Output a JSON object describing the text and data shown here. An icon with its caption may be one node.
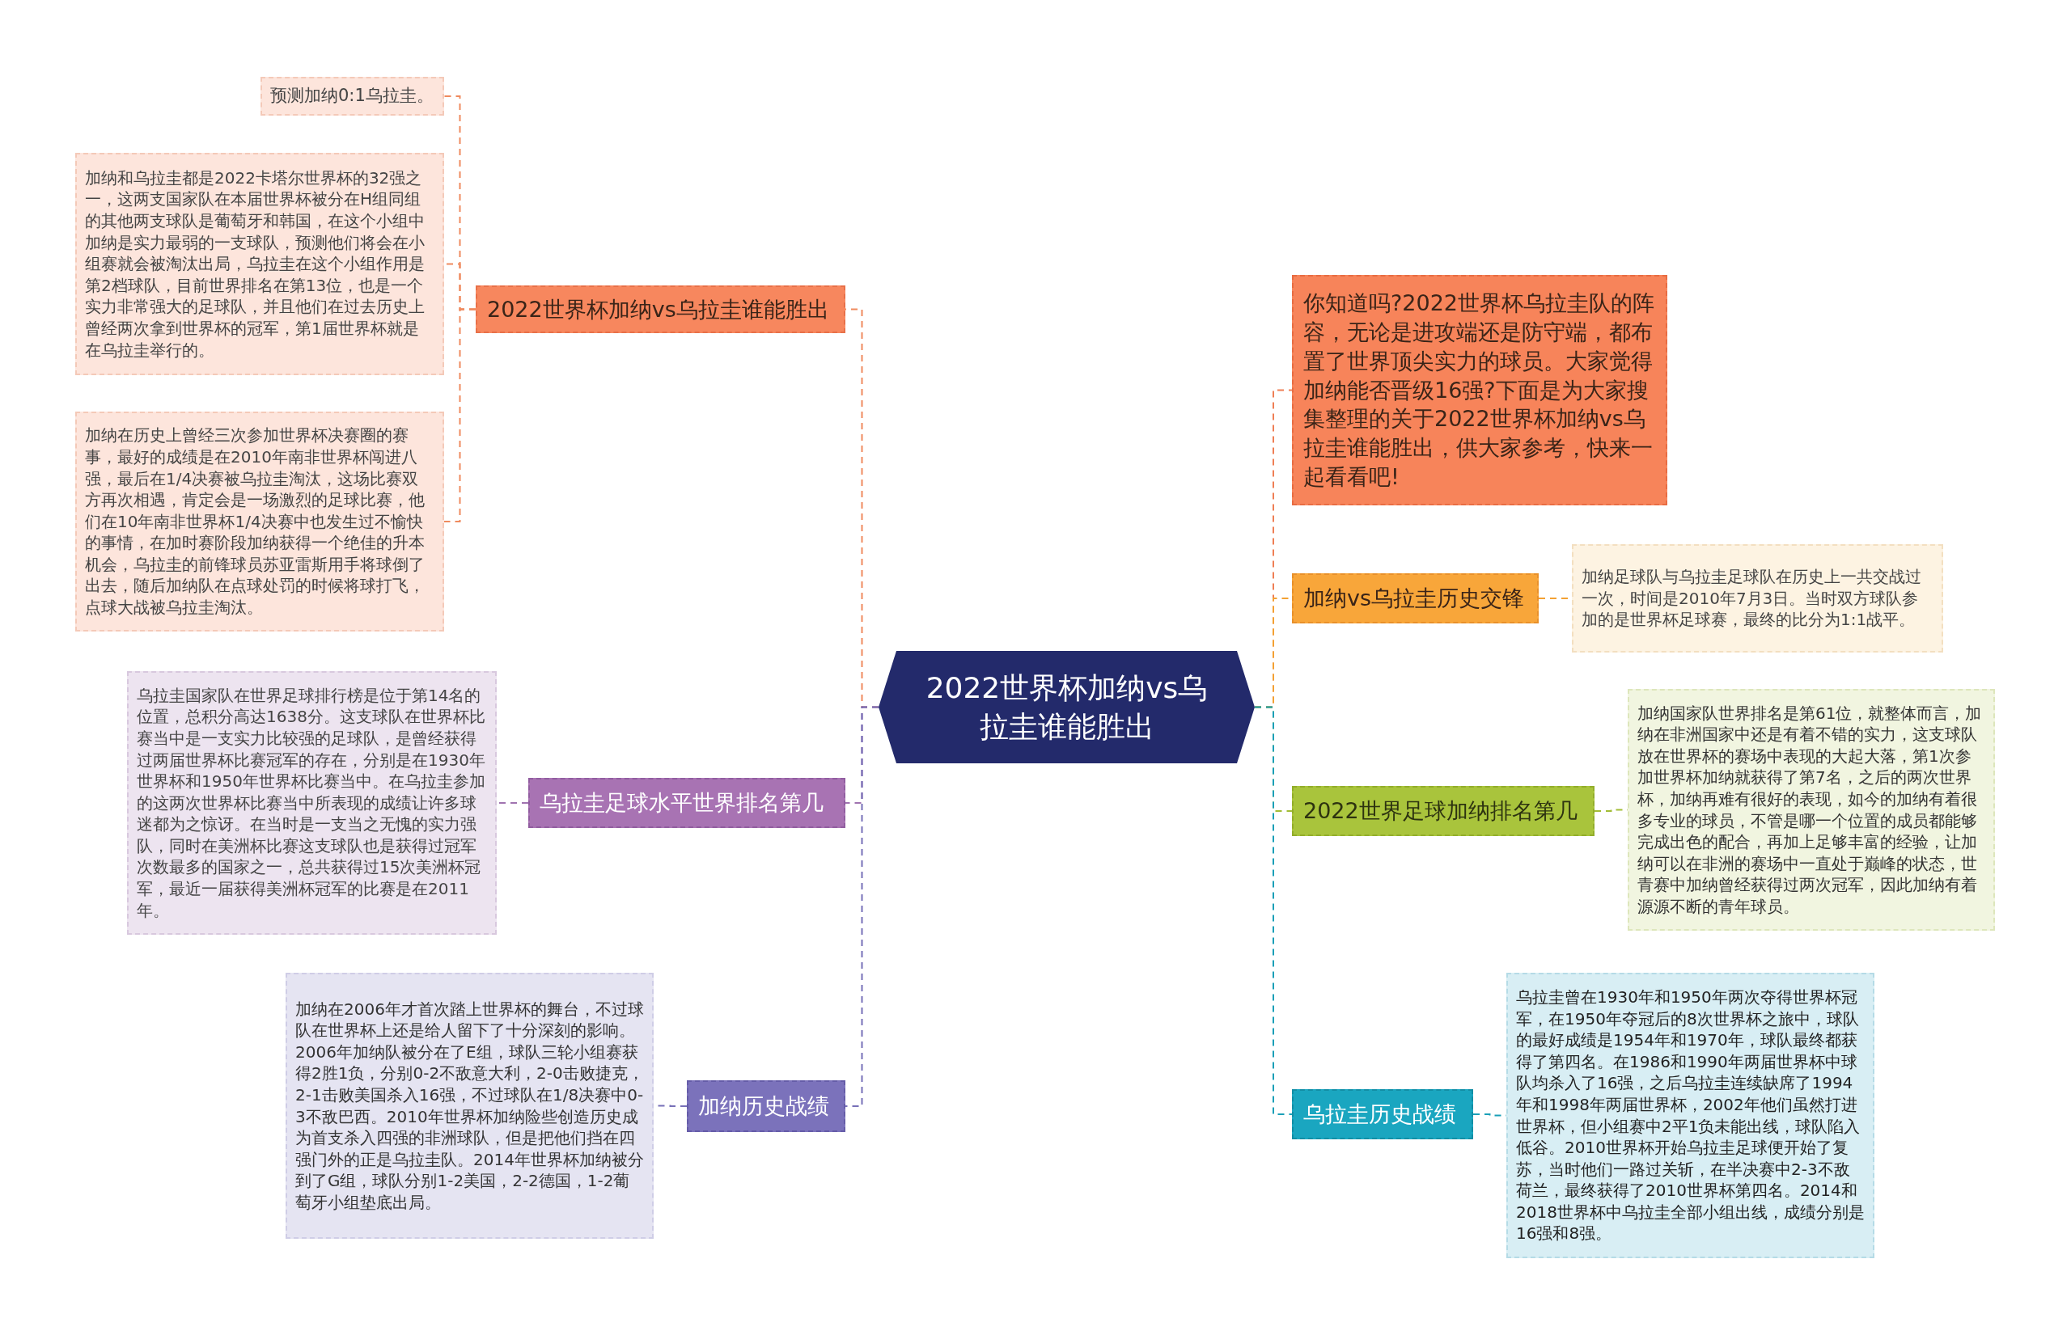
{
  "diagram": {
    "nodes": [
      {
        "text": [
          "2022世界杯加纳vs乌拉圭谁能胜出"
        ]
      },
      {
        "text": [
          "2022世界杯加纳vs乌拉圭谁能胜出"
        ]
      },
      {
        "text": [
          "预测加纳0:1乌拉圭。"
        ]
      },
      {
        "text": [
          "加纳和乌拉圭都是2022卡塔尔世界杯的32强之一，这两支国家队在本届世界杯被分在H组同组的其他两支球队是葡萄牙和韩国，在这个小组中加纳是实力最弱的一支球队，预测他们将会在小组赛就会被淘汰出局，乌拉圭在这个小组作用是第2档球队，目前世界排名在第13位，也是一个实力非常强大的足球队，并且他们在过去历史上曾经两次拿到世界杯的冠军，第1届世界杯就是在乌拉圭举行的。"
        ]
      },
      {
        "text": [
          "加纳在历史上曾经三次参加世界杯决赛圈的赛事，最好的成绩是在2010年南非世界杯闯进八强，最后在1/4决赛被乌拉圭淘汰，这场比赛双方再次相遇，肯定会是一场激烈的足球比赛，他们在10年南非世界杯1/4决赛中也发生过不愉快的事情，在加时赛阶段加纳获得一个绝佳的升本机会，乌拉圭的前锋球员苏亚雷斯用手将球倒了出去，随后加纳队在点球处罚的时候将球打飞，点球大战被乌拉圭淘汰。"
        ]
      },
      {
        "text": [
          "乌拉圭足球水平世界排名第几"
        ]
      },
      {
        "text": [
          "乌拉圭国家队在世界足球排行榜是位于第14名的位置，总积分高达1638分。这支球队在世界杯比赛当中是一支实力比较强的足球队，是曾经获得过两届世界杯比赛冠军的存在，分别是在1930年世界杯和1950年世界杯比赛当中。在乌拉圭参加的这两次世界杯比赛当中所表现的成绩让许多球迷都为之惊讶。在当时是一支当之无愧的实力强队，同时在美洲杯比赛这支球队也是获得过冠军次数最多的国家之一，总共获得过15次美洲杯冠军，最近一届获得美洲杯冠军的比赛是在2011年。"
        ]
      },
      {
        "text": [
          "加纳历史战绩"
        ]
      },
      {
        "text": [
          "加纳在2006年才首次踏上世界杯的舞台，不过球队在世界杯上还是给人留下了十分深刻的影响。2006年加纳队被分在了E组，球队三轮小组赛获得2胜1负，分别0-2不敌意大利，2-0击败捷克，2-1击败美国杀入16强，不过球队在1/8决赛中0-3不敌巴西。2010年世界杯加纳险些创造历史成为首支杀入四强的非洲球队，但是把他们挡在四强门外的正是乌拉圭队。2014年世界杯加纳被分到了G组，球队分别1-2美国，2-2德国，1-2葡萄牙小组垫底出局。"
        ]
      },
      {
        "text": [
          "你知道吗?2022世界杯乌拉圭队的阵容，无论是进攻端还是防守端，都布置了世界顶尖实力的球员。大家觉得加纳能否晋级16强?下面是为大家搜集整理的关于2022世界杯加纳vs乌拉圭谁能胜出，供大家参考，快来一起看看吧!"
        ]
      },
      {
        "text": [
          "加纳vs乌拉圭历史交锋"
        ]
      },
      {
        "text": [
          "加纳足球队与乌拉圭足球队在历史上一共交战过一次，时间是2010年7月3日。当时双方球队参加的是世界杯足球赛，最终的比分为1:1战平。"
        ]
      },
      {
        "text": [
          "2022世界足球加纳排名第几"
        ]
      },
      {
        "text": [
          "加纳国家队世界排名是第61位，就整体而言，加纳在非洲国家中还是有着不错的实力，这支球队放在世界杯的赛场中表现的大起大落，第1次参加世界杯加纳就获得了第7名，之后的两次世界杯，加纳再难有很好的表现，如今的加纳有着很多专业的球员，不管是哪一个位置的成员都能够完成出色的配合，再加上足够丰富的经验，让加纳可以在非洲的赛场中一直处于巅峰的状态，世青赛中加纳曾经获得过两次冠军，因此加纳有着源源不断的青年球员。"
        ]
      },
      {
        "text": [
          "乌拉圭历史战绩"
        ]
      },
      {
        "text": [
          "乌拉圭曾在1930年和1950年两次夺得世界杯冠军，在1950年夺冠后的8次世界杯之旅中，球队的最好成绩是1954年和1970年，球队最终都获得了第四名。在1986和1990年两届世界杯中球队均杀入了16强，之后乌拉圭连续缺席了1994年和1998年两届世界杯，2002年他们虽然打进世界杯，但小组赛中2平1负未能出线，球队陷入低谷。2010世界杯开始乌拉圭足球便开始了复苏，当时他们一路过关斩，在半决赛中2-3不敌荷兰，最终获得了2010世界杯第四名。2014和2018世界杯中乌拉圭全部小组出线，成绩分别是16强和8强。"
        ]
      }
    ],
    "edges": [
      {
        "from": 0,
        "to": 1,
        "arrow": "none",
        "style": "dashed",
        "color": "#ef8a5e"
      },
      {
        "from": 1,
        "to": 2,
        "arrow": "none",
        "style": "dashed",
        "color": "#ef8a5e"
      },
      {
        "from": 1,
        "to": 3,
        "arrow": "none",
        "style": "dashed",
        "color": "#ef8a5e"
      },
      {
        "from": 1,
        "to": 4,
        "arrow": "none",
        "style": "dashed",
        "color": "#ef8a5e"
      },
      {
        "from": 0,
        "to": 5,
        "arrow": "none",
        "style": "dashed",
        "color": "#a073b0"
      },
      {
        "from": 5,
        "to": 6,
        "arrow": "none",
        "style": "dashed",
        "color": "#a073b0"
      },
      {
        "from": 0,
        "to": 7,
        "arrow": "none",
        "style": "dashed",
        "color": "#7770b8"
      },
      {
        "from": 7,
        "to": 8,
        "arrow": "none",
        "style": "dashed",
        "color": "#7770b8"
      },
      {
        "from": 0,
        "to": 9,
        "arrow": "none",
        "style": "dashed",
        "color": "#ef7f55"
      },
      {
        "from": 0,
        "to": 10,
        "arrow": "none",
        "style": "dashed",
        "color": "#f3a133"
      },
      {
        "from": 10,
        "to": 11,
        "arrow": "none",
        "style": "dashed",
        "color": "#f3a133"
      },
      {
        "from": 0,
        "to": 12,
        "arrow": "none",
        "style": "dashed",
        "color": "#a2bd36"
      },
      {
        "from": 12,
        "to": 13,
        "arrow": "none",
        "style": "dashed",
        "color": "#a2bd36"
      },
      {
        "from": 0,
        "to": 14,
        "arrow": "none",
        "style": "dashed",
        "color": "#1a9fb8"
      },
      {
        "from": 14,
        "to": 15,
        "arrow": "none",
        "style": "dashed",
        "color": "#1a9fb8"
      }
    ]
  }
}
